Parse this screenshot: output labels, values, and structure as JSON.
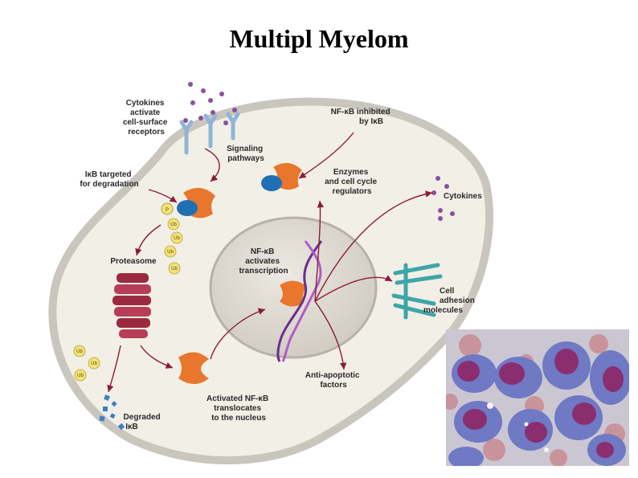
{
  "title": "Multipl Myelom",
  "labels": {
    "cytokines_receptors": [
      "Cytokines",
      "activate",
      "cell-surface",
      "receptors"
    ],
    "nfkb_inhibited": [
      "NF-κB inhibited",
      "by IκB"
    ],
    "signaling": [
      "Signaling",
      "pathways"
    ],
    "ikb_targeted": [
      "IκB targeted",
      "for degradation"
    ],
    "enzymes": [
      "Enzymes",
      "and cell cycle",
      "regulators"
    ],
    "cytokines": [
      "Cytokines"
    ],
    "proteasome": [
      "Proteasome"
    ],
    "nfkb_activates": [
      "NF-κB",
      "activates",
      "transcription"
    ],
    "adhesion": [
      "Cell",
      "adhesion",
      "molecules"
    ],
    "antiapoptotic": [
      "Anti-apoptotic",
      "factors"
    ],
    "translocates": [
      "Activated NF-κB",
      "translocates",
      "to the nucleus"
    ],
    "degraded": [
      "Degraded",
      "IκB"
    ],
    "ub": "Ub",
    "p": "P"
  },
  "colors": {
    "cell_fill": "#f2efe6",
    "nucleus_fill": "#ddd9cf",
    "membrane": "#c9c6bd",
    "arrow": "#8b1a3a",
    "nfkb_orange": "#e8762c",
    "ikb_blue": "#1f6fb5",
    "ubiquitin": "#f3e27a",
    "cytokine": "#8a4fa0",
    "receptor": "#8fb5d8",
    "adhesion": "#3ea6a8",
    "dna": "#6b2f8f",
    "proteasome": "#9b2a40",
    "degraded": "#3a7fc4"
  },
  "micrograph": {
    "name": "bone-marrow-micrograph"
  }
}
